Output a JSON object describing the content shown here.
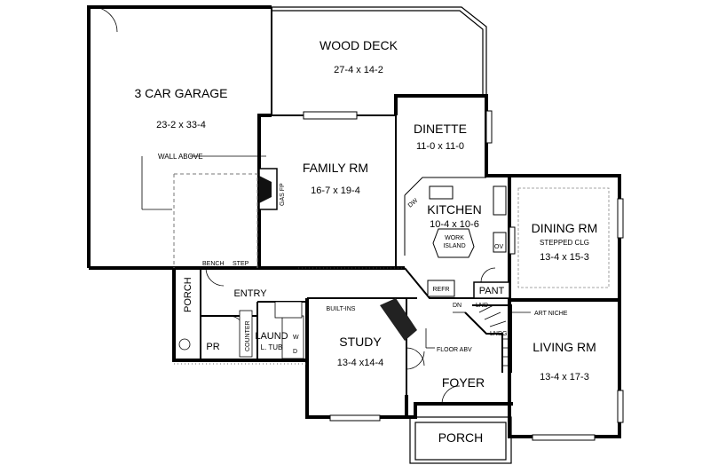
{
  "rooms": {
    "garage": {
      "name": "3 CAR GARAGE",
      "dims": "23-2 x 33-4",
      "note": "WALL ABOVE"
    },
    "deck": {
      "name": "WOOD DECK",
      "dims": "27-4 x 14-2"
    },
    "dinette": {
      "name": "DINETTE",
      "dims": "11-0 x 11-0"
    },
    "family": {
      "name": "FAMILY RM",
      "dims": "16-7 x 19-4",
      "fireplace": "GAS FP"
    },
    "kitchen": {
      "name": "KITCHEN",
      "dims": "10-4 x 10-6",
      "island_line1": "WORK",
      "island_line2": "ISLAND",
      "dw": "DW",
      "ov": "OV"
    },
    "dining": {
      "name": "DINING RM",
      "note": "STEPPED CLG",
      "dims": "13-4 x 15-3"
    },
    "living": {
      "name": "LIVING RM",
      "dims": "13-4 x 17-3"
    },
    "study": {
      "name": "STUDY",
      "dims": "13-4 x14-4"
    },
    "foyer": {
      "name": "FOYER"
    },
    "porch_front": {
      "name": "PORCH"
    },
    "porch_side": {
      "name": "PORCH"
    },
    "entry": {
      "name": "ENTRY"
    },
    "laundry": {
      "name": "LAUND",
      "tub": "L. TUB",
      "w": "W",
      "d": "D",
      "counter": "COUNTER"
    },
    "powder": {
      "name": "PR"
    }
  },
  "labels": {
    "bench": "BENCH",
    "step": "STEP",
    "refr": "REFR",
    "pant": "PANT",
    "built_ins": "BUILT-INS",
    "dn": "DN",
    "lnd_upper": "LND",
    "lnd_lower": "LNDG",
    "art_niche": "ART NICHE",
    "floor_abv": "FLOOR ABV"
  }
}
